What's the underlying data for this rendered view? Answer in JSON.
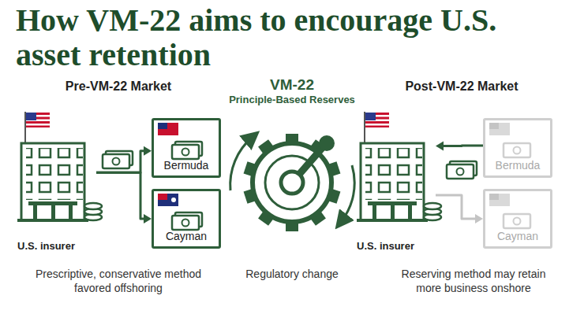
{
  "diagram": {
    "title": "How VM-22 aims to encourage U.S. asset retention",
    "nodes": [
      {
        "text": [
          "U.S. insurer"
        ]
      },
      {
        "text": [
          "Bermuda"
        ]
      },
      {
        "text": [
          "Cayman"
        ]
      },
      {
        "text": [
          "U.S. insurer"
        ]
      },
      {
        "text": [
          "Bermuda"
        ]
      },
      {
        "text": [
          "Cayman"
        ]
      }
    ],
    "edges": [
      {
        "from": 0,
        "to": 1,
        "arrow": "to"
      },
      {
        "from": 0,
        "to": 2,
        "arrow": "to"
      },
      {
        "from": 4,
        "to": 3,
        "arrow": "to"
      },
      {
        "from": 3,
        "to": 5,
        "arrow": "to"
      }
    ],
    "labels": [
      "Pre-VM-22 Market",
      "VM-22",
      "Principle-Based Reserves",
      "Post-VM-22 Market",
      "Prescriptive, conservative method favored offshoring",
      "Regulatory change",
      "Reserving method may retain more business onshore"
    ]
  }
}
